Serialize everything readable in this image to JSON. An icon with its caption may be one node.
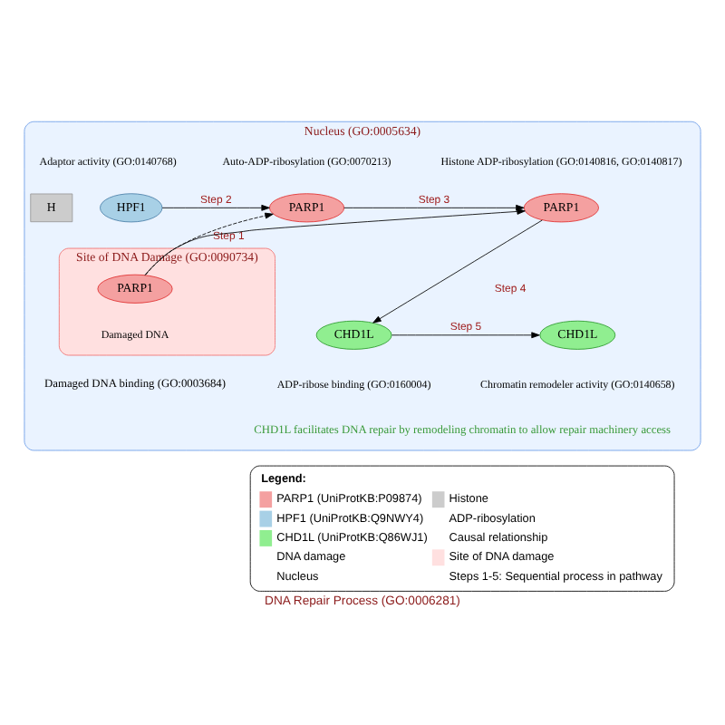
{
  "diagram": {
    "title": "DNA Repair Process (GO:0006281)",
    "nodes": [
      {
        "text": [
          "Nucleus (GO:0005634)"
        ]
      },
      {
        "text": [
          "HPF1"
        ],
        "in": 0,
        "beside": [
          "Adaptor activity (GO:0140768)"
        ]
      },
      {
        "text": [
          "PARP1"
        ],
        "in": 0,
        "beside": [
          "Auto-ADP-ribosylation (GO:0070213)"
        ]
      },
      {
        "text": [
          "PARP1"
        ],
        "in": 0,
        "beside": [
          "Histone ADP-ribosylation (GO:0140816, GO:0140817)"
        ]
      },
      {
        "text": [
          "H"
        ],
        "in": 0
      },
      {
        "text": [
          "Site of DNA Damage (GO:0090734)"
        ],
        "in": 0
      },
      {
        "text": [
          "PARP1"
        ],
        "in": 5,
        "beside": [
          "Damaged DNA"
        ]
      },
      {
        "text": [
          "CHD1L"
        ],
        "in": 0,
        "beside": [
          "ADP-ribose binding (GO:0160004)"
        ]
      },
      {
        "text": [
          "CHD1L"
        ],
        "in": 0,
        "beside": [
          "Chromatin remodeler activity (GO:0140658)"
        ]
      }
    ],
    "edges": [
      {
        "from": 6,
        "to": 2,
        "arrow": "to",
        "label": "Step 1",
        "style": "dashed"
      },
      {
        "from": 1,
        "to": 2,
        "arrow": "to",
        "label": "Step 2"
      },
      {
        "from": 2,
        "to": 3,
        "arrow": "to",
        "label": "Step 3"
      },
      {
        "from": 6,
        "to": 3,
        "arrow": "to"
      },
      {
        "from": 3,
        "to": 7,
        "arrow": "to",
        "label": "Step 4"
      },
      {
        "from": 7,
        "to": 8,
        "arrow": "to",
        "label": "Step 5"
      }
    ],
    "labels": [
      "Damaged DNA binding (GO:0003684)",
      "CHD1L facilitates DNA repair by remodeling chromatin to allow repair machinery access",
      "Legend:"
    ],
    "legend": [
      {
        "text": "PARP1 (UniProtKB:P09874)",
        "color": "#f4a0a0"
      },
      {
        "text": "Histone",
        "color": "#cccccc"
      },
      {
        "text": "HPF1 (UniProtKB:Q9NWY4)",
        "color": "#a8d0e6"
      },
      {
        "text": "ADP-ribosylation"
      },
      {
        "text": "CHD1L (UniProtKB:Q86WJ1)",
        "color": "#90ee90"
      },
      {
        "text": "Causal relationship"
      },
      {
        "text": "DNA damage"
      },
      {
        "text": "Site of DNA damage",
        "color": "#ffe0e0"
      },
      {
        "text": "Nucleus"
      },
      {
        "text": "Steps 1-5: Sequential process in pathway"
      }
    ]
  }
}
